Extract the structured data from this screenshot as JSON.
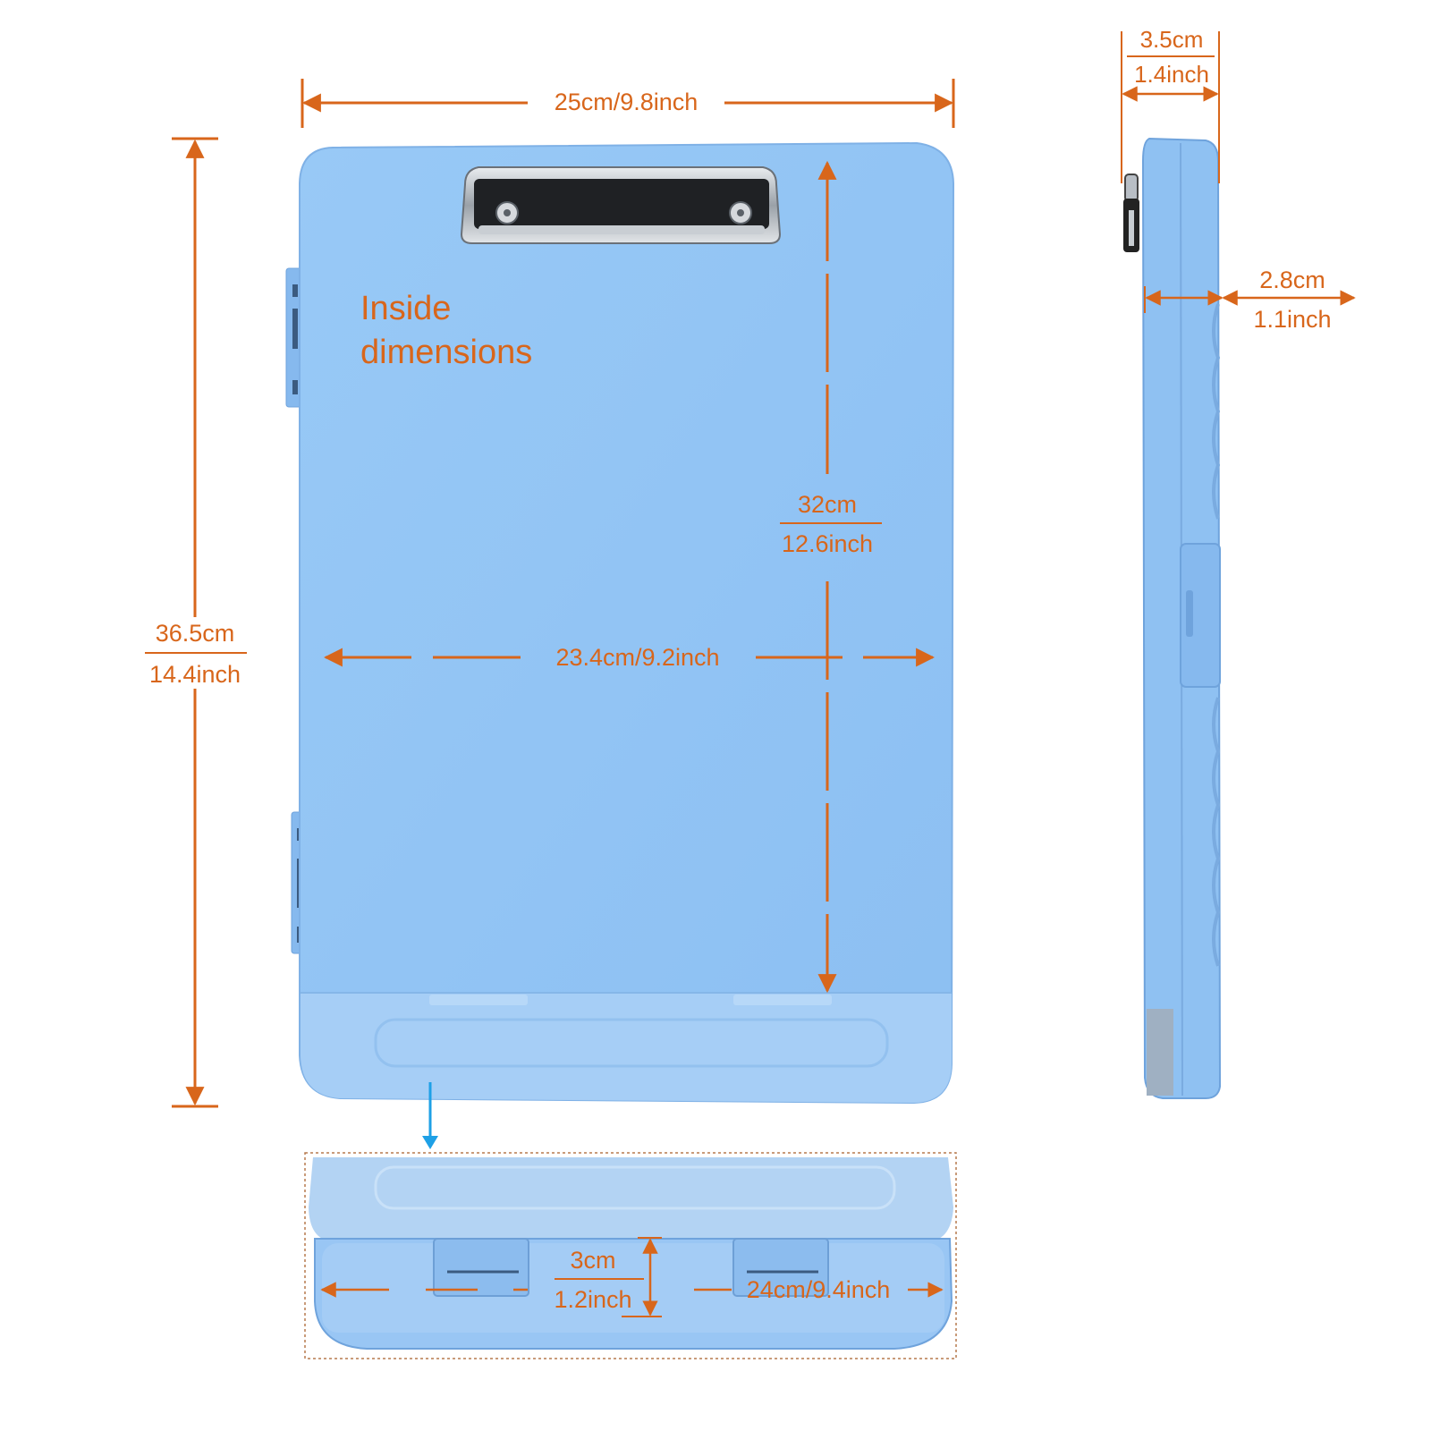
{
  "colors": {
    "dimension": "#d8661b",
    "case_blue": "#90c3f3",
    "case_edge": "#7fb1e6",
    "tray_blue": "#a9cff5",
    "clip_metal": "#cfd3d8",
    "pointer": "#1ea0e6"
  },
  "labels": {
    "width_outer": "25cm/9.8inch",
    "height_outer_cm": "36.5cm",
    "height_outer_inch": "14.4inch",
    "inside_line1": "Inside",
    "inside_line2": "dimensions",
    "height_inside_cm": "32cm",
    "height_inside_inch": "12.6inch",
    "width_inside": "23.4cm/9.2inch",
    "depth_outer_cm": "3.5cm",
    "depth_outer_inch": "1.4inch",
    "depth_inside_cm": "2.8cm",
    "depth_inside_inch": "1.1inch",
    "tray_depth_cm": "3cm",
    "tray_depth_inch": "1.2inch",
    "tray_width": "24cm/9.4inch"
  },
  "icons": {
    "clip": "metal-clip-icon",
    "arrow": "dimension-arrow-icon",
    "pointer": "down-arrow-icon"
  }
}
